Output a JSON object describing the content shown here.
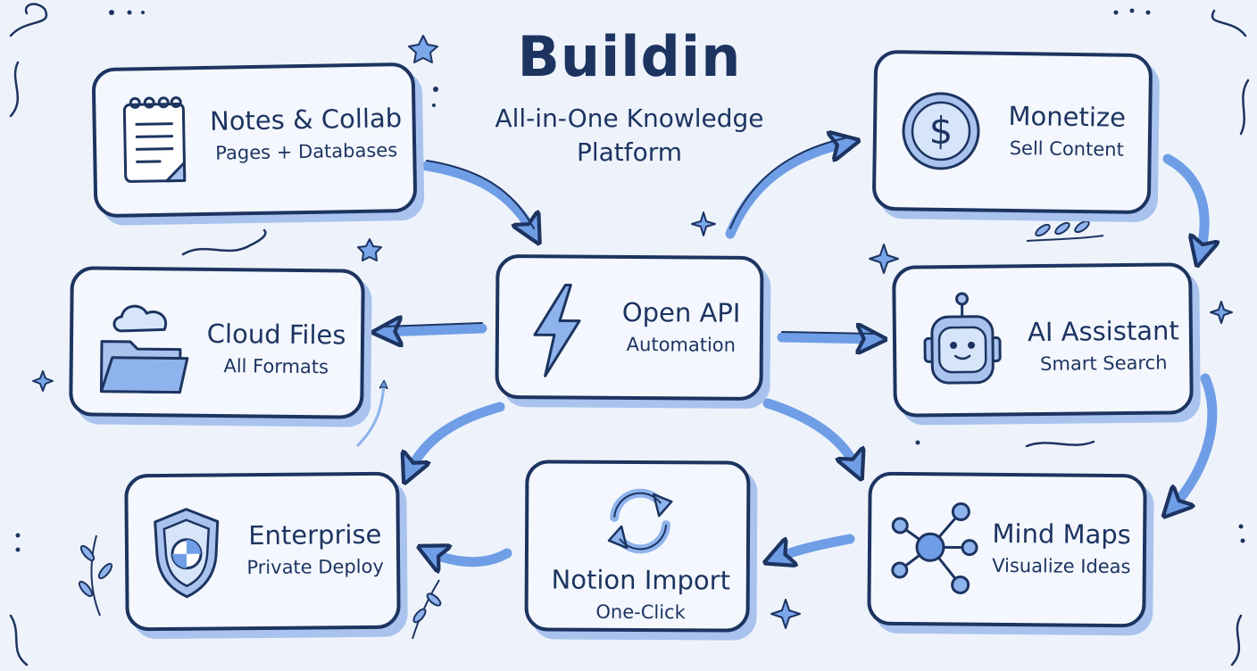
{
  "header": {
    "title": "Buildin",
    "subtitle_line1": "All-in-One Knowledge",
    "subtitle_line2": "Platform"
  },
  "nodes": {
    "notes": {
      "title": "Notes & Collab",
      "subtitle": "Pages + Databases",
      "icon": "notepad-icon"
    },
    "cloud": {
      "title": "Cloud Files",
      "subtitle": "All Formats",
      "icon": "cloud-folder-icon"
    },
    "enterprise": {
      "title": "Enterprise",
      "subtitle": "Private Deploy",
      "icon": "shield-icon"
    },
    "api": {
      "title": "Open API",
      "subtitle": "Automation",
      "icon": "lightning-icon"
    },
    "notion": {
      "title": "Notion Import",
      "subtitle": "One-Click",
      "icon": "sync-icon"
    },
    "monetize": {
      "title": "Monetize",
      "subtitle": "Sell Content",
      "icon": "dollar-coin-icon"
    },
    "ai": {
      "title": "AI Assistant",
      "subtitle": "Smart Search",
      "icon": "robot-icon"
    },
    "mind": {
      "title": "Mind Maps",
      "subtitle": "Visualize Ideas",
      "icon": "mind-map-icon"
    }
  },
  "edges": [
    {
      "from": "notes",
      "to": "api"
    },
    {
      "from": "api",
      "to": "cloud"
    },
    {
      "from": "api",
      "to": "enterprise"
    },
    {
      "from": "api",
      "to": "monetize"
    },
    {
      "from": "api",
      "to": "ai"
    },
    {
      "from": "api",
      "to": "mind"
    },
    {
      "from": "monetize",
      "to": "ai"
    },
    {
      "from": "ai",
      "to": "mind"
    },
    {
      "from": "mind",
      "to": "notion"
    },
    {
      "from": "notion",
      "to": "enterprise"
    }
  ],
  "colors": {
    "ink": "#1d3461",
    "accent": "#6f9ee6",
    "accent_light": "#a9c3ee",
    "card_bg": "#f4f8fe",
    "page_bg": "#eef3fb"
  }
}
